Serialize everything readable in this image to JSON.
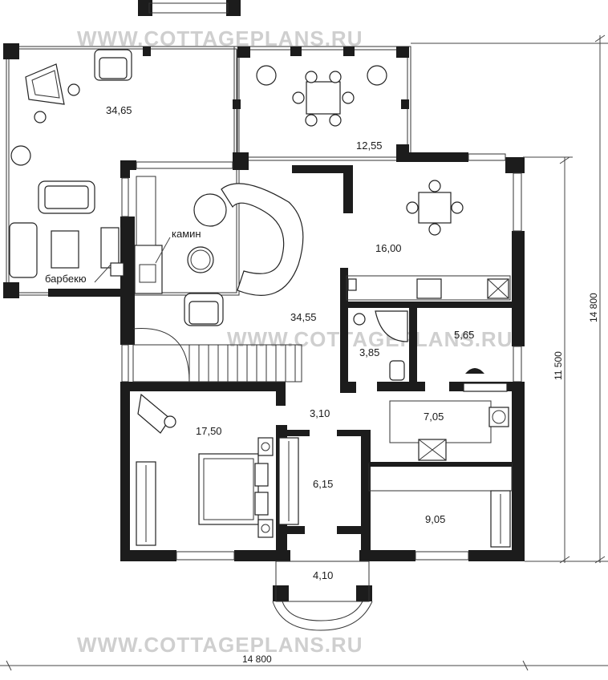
{
  "watermark": "WWW.COTTAGEPLANS.RU",
  "labels": {
    "fireplace": "камин",
    "barbecue": "барбекю"
  },
  "rooms": [
    {
      "id": "terrace-left",
      "area": "34,65"
    },
    {
      "id": "terrace-top",
      "area": "12,55"
    },
    {
      "id": "dining",
      "area": "16,00"
    },
    {
      "id": "living",
      "area": "34,55"
    },
    {
      "id": "shower",
      "area": "3,85"
    },
    {
      "id": "boiler",
      "area": "5,65"
    },
    {
      "id": "bedroom",
      "area": "17,50"
    },
    {
      "id": "hall",
      "area": "3,10"
    },
    {
      "id": "laundry",
      "area": "7,05"
    },
    {
      "id": "closet",
      "area": "6,15"
    },
    {
      "id": "room-sw",
      "area": "9,05"
    },
    {
      "id": "porch",
      "area": "4,10"
    }
  ],
  "dimensions": {
    "width_bottom": "14 800",
    "height_right_outer": "14 800",
    "height_right_inner": "11 500"
  }
}
